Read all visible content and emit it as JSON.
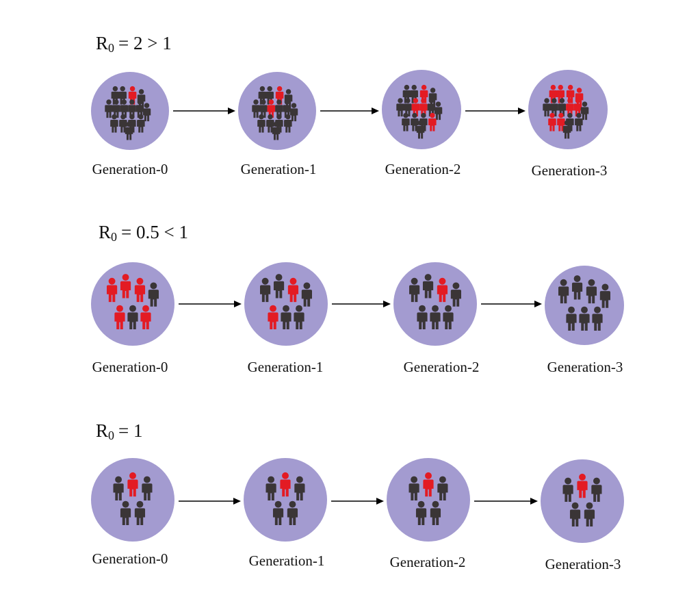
{
  "colors": {
    "circle": "#a39bd0",
    "healthy": "#3a3536",
    "infected": "#e31b23",
    "arrow": "#000000"
  },
  "icons": {
    "person": "person-icon",
    "arrow": "arrow-right-icon"
  },
  "rows": [
    {
      "title_prefix": "R",
      "title_sub": "0",
      "title_rest": "= 2 > 1",
      "generations": [
        {
          "label": "Generation-0",
          "people": 15,
          "infected": 1
        },
        {
          "label": "Generation-1",
          "people": 15,
          "infected": 2
        },
        {
          "label": "Generation-2",
          "people": 15,
          "infected": 4
        },
        {
          "label": "Generation-3",
          "people": 15,
          "infected": 8
        }
      ]
    },
    {
      "title_prefix": "R",
      "title_sub": "0",
      "title_rest": "= 0.5 < 1",
      "generations": [
        {
          "label": "Generation-0",
          "people": 7,
          "infected": 5
        },
        {
          "label": "Generation-1",
          "people": 7,
          "infected": 2
        },
        {
          "label": "Generation-2",
          "people": 7,
          "infected": 1
        },
        {
          "label": "Generation-3",
          "people": 7,
          "infected": 0
        }
      ]
    },
    {
      "title_prefix": "R",
      "title_sub": "0",
      "title_rest": "= 1",
      "generations": [
        {
          "label": "Generation-0",
          "people": 5,
          "infected": 1
        },
        {
          "label": "Generation-1",
          "people": 5,
          "infected": 1
        },
        {
          "label": "Generation-2",
          "people": 5,
          "infected": 1
        },
        {
          "label": "Generation-3",
          "people": 5,
          "infected": 1
        }
      ]
    }
  ]
}
